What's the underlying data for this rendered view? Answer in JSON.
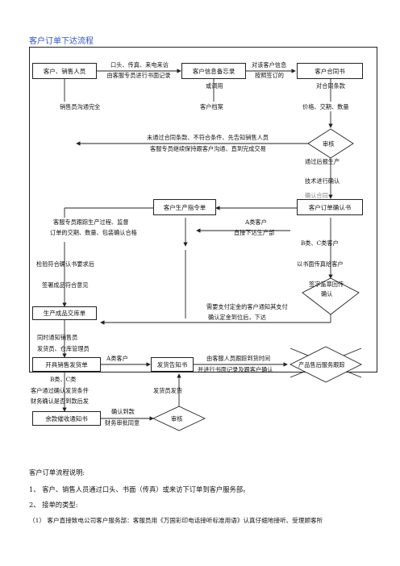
{
  "title": "客户订单下达流程",
  "boxes": {
    "customer_sales": "客户、销售人员",
    "info_memo": "客户信息备忘录",
    "contract": "客户合同书",
    "production_order": "客户生产指令单",
    "order_confirm": "客户订单确认书",
    "warehouse": "生产成品交库单",
    "sales_invoice": "开具销售发货单",
    "ship_notice": "发货告知书",
    "balance_notice": "余款催收通知书"
  },
  "diamonds": {
    "review_top": "审核",
    "confirm": "确认",
    "service": "产品售后服务跟踪",
    "review_bottom": "审核"
  },
  "labels": {
    "l1a": "口头、传真、来电来访",
    "l1b": "由客服专员进行书面记录",
    "l2a": "对该客户信息",
    "l2b": "按照签订的",
    "l3": "或调用",
    "l4": "对合同条款",
    "l5": "销售员沟通完全",
    "l6": "客户档案",
    "l7": "价格、交期、数量",
    "l8a": "未通过合同条款、不符合条件、先告知销售人员",
    "l8b": "客服专员继续保持跟客户沟通、直到完成交易",
    "l9": "通过后报生产",
    "l10": "技术进行确认",
    "l11": "确认合同",
    "l12a": "客服专员跟踪生产过程、监督",
    "l12b": "订单的交期、数量、包装确认合格",
    "l13a": "A类客户",
    "l13b": "直接下达生产部",
    "l14": "B类、C类客户",
    "l15": "以书面传真给客户",
    "l16": "签字盖章回传",
    "l17": "检验符合确认书要求后",
    "l18": "签署成品符合意见",
    "l19a": "需要支付定金的客户通知其支付",
    "l19b": "确认定金到位后，下达",
    "l20a": "同时通知销售员",
    "l20b": "发货员、仓库管理员",
    "l21": "A类客户",
    "l22a": "由客服人员跟踪到货时间",
    "l22b": "并进行书面记录及跟客户确认",
    "l23": "B类、C类",
    "l24": "客户通过确认发货条件",
    "l25": "财务确认是否到款后发",
    "l26": "发货员发货",
    "l27a": "确认到款",
    "l27b": "财务审批同意"
  },
  "notes": {
    "heading": "客户订单流程说明:",
    "item1": "1、 客户、销售人员通过口头、书面（传真）或来访下订单到客户服务部。",
    "item2": "2、 接单的类型:",
    "item3": "（1）   客户直接致电公司客户服务部：客服员用《万国彩印电话接听标准用语》认真仔细地接听、受理顾客所"
  }
}
